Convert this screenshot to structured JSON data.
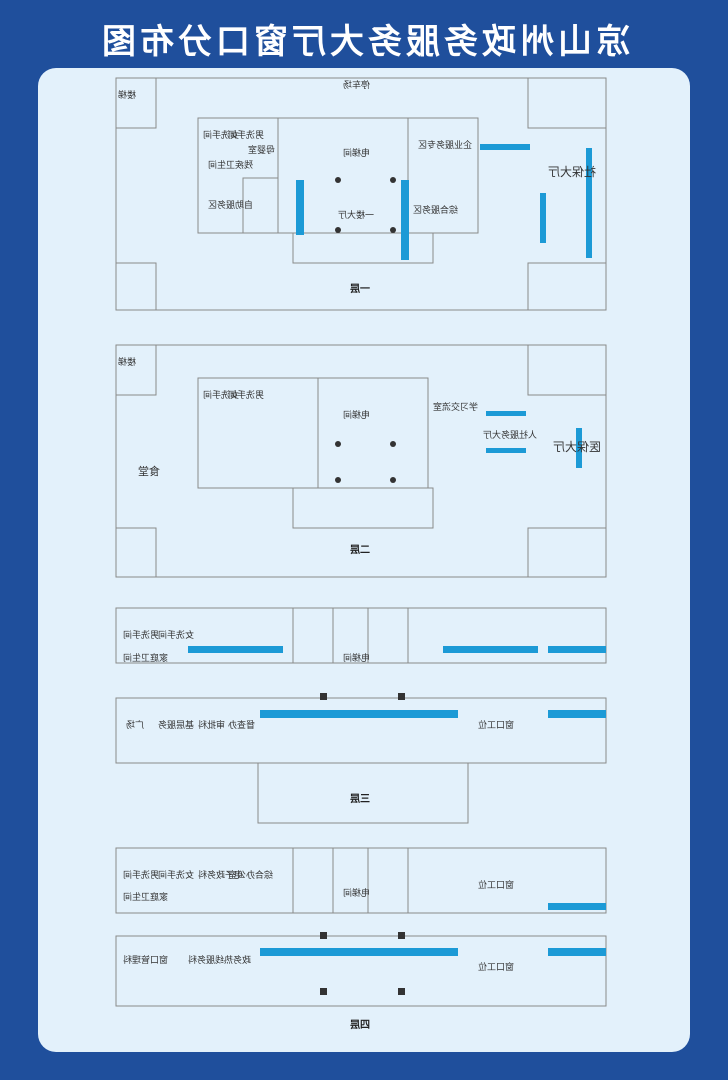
{
  "title": "凉山州政务服务大厅窗口分布图",
  "floors": {
    "f1": {
      "name": "一层",
      "labels": [
        "停车场",
        "电梯间",
        "一楼大厅",
        "企业服务专区",
        "社保大厅",
        "自助服务区",
        "综合服务区",
        "女洗手间",
        "男洗手间",
        "母婴室",
        "楼梯",
        "残疾卫生间"
      ]
    },
    "f2": {
      "name": "二层",
      "labels": [
        "电梯间",
        "学习交流室",
        "人社服务大厅",
        "医保大厅",
        "食堂",
        "女洗手间",
        "男洗手间",
        "楼梯"
      ]
    },
    "f3": {
      "name": "三层",
      "labels": [
        "电梯间",
        "窗口工位",
        "男洗手间",
        "女洗手间",
        "家庭卫生间",
        "广场",
        "基层服务",
        "审批科",
        "督查办"
      ]
    },
    "f4": {
      "name": "四层",
      "labels": [
        "电梯间",
        "窗口工位",
        "窗口工位",
        "男洗手间",
        "女洗手间",
        "家庭卫生间",
        "电子政务科",
        "综合办公室",
        "政务热线服务科",
        "窗口管理科"
      ]
    }
  },
  "colors": {
    "background": "#1f4f9c",
    "board": "#e3f1fb",
    "accent": "#1c9ad6",
    "line": "#8a8a8a"
  }
}
